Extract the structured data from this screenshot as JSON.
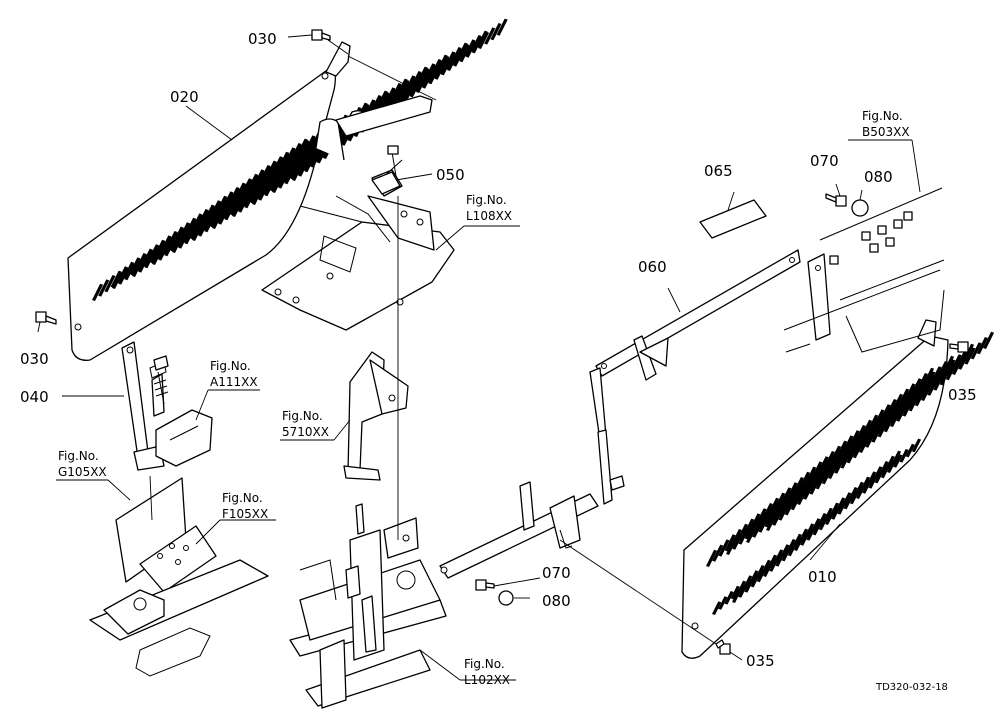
{
  "part_labels": {
    "p010": "010",
    "p020": "020",
    "p030_top": "030",
    "p030_left": "030",
    "p035_right": "035",
    "p035_bottom": "035",
    "p040": "040",
    "p050": "050",
    "p060": "060",
    "p065": "065",
    "p070_right": "070",
    "p070_bottom": "070",
    "p080_right": "080",
    "p080_bottom": "080"
  },
  "figure_refs": {
    "caption": "Fig.No.",
    "b503": "B503XX",
    "l108": "L108XX",
    "a111": "A111XX",
    "s710": "5710XX",
    "g105": "G105XX",
    "f105": "F105XX",
    "l102": "L102XX"
  },
  "drawing_code": "TD320-032-18"
}
